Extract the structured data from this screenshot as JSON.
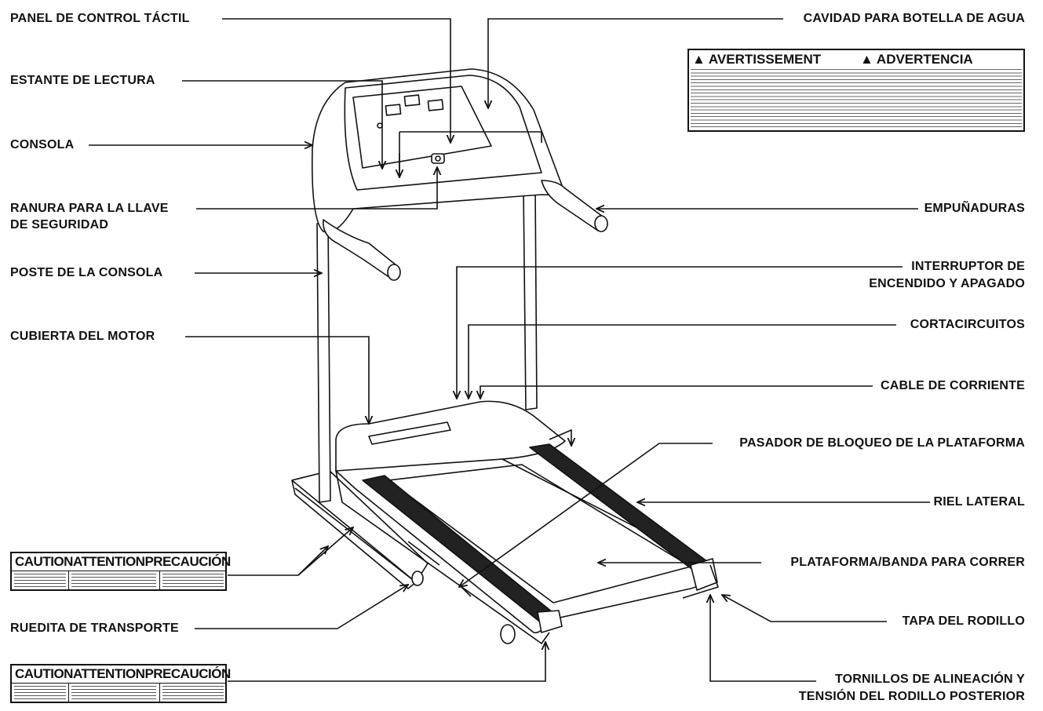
{
  "labels_left": [
    {
      "id": "touch-panel",
      "text": "PANEL DE CONTROL TÁCTIL"
    },
    {
      "id": "reading-shelf",
      "text": "ESTANTE DE LECTURA"
    },
    {
      "id": "console",
      "text": "CONSOLA"
    },
    {
      "id": "key-slot",
      "line1": "RANURA PARA LA LLAVE",
      "line2": "DE SEGURIDAD"
    },
    {
      "id": "console-post",
      "text": "POSTE DE LA CONSOLA"
    },
    {
      "id": "motor-cover",
      "text": "CUBIERTA DEL MOTOR"
    },
    {
      "id": "transport-wheel",
      "text": "RUEDITA DE TRANSPORTE"
    }
  ],
  "labels_right": [
    {
      "id": "water-bottle",
      "text": "CAVIDAD PARA BOTELLA DE AGUA"
    },
    {
      "id": "handgrips",
      "text": "EMPUÑADURAS"
    },
    {
      "id": "power-switch",
      "line1": "INTERRUPTOR DE",
      "line2": "ENCENDIDO Y APAGADO"
    },
    {
      "id": "circuit-breaker",
      "text": "CORTACIRCUITOS"
    },
    {
      "id": "power-cord",
      "text": "CABLE DE CORRIENTE"
    },
    {
      "id": "lock-pin",
      "text": "PASADOR DE BLOQUEO DE LA PLATAFORMA"
    },
    {
      "id": "side-rail",
      "text": "RIEL LATERAL"
    },
    {
      "id": "deck-belt",
      "text": "PLATAFORMA/BANDA PARA CORRER"
    },
    {
      "id": "roller-cap",
      "text": "TAPA DEL RODILLO"
    },
    {
      "id": "roller-bolts",
      "line1": "TORNILLOS DE ALINEACIÓN Y",
      "line2": "TENSIÓN DEL RODILLO POSTERIOR"
    }
  ],
  "warning_decal": {
    "left_title": "▲ AVERTISSEMENT",
    "right_title": "▲ ADVERTENCIA"
  },
  "caution_decals": [
    {
      "title": "CAUTIONATTENTIONPRECAUCIÓN"
    },
    {
      "title": "CAUTIONATTENTIONPRECAUCIÓN"
    }
  ]
}
